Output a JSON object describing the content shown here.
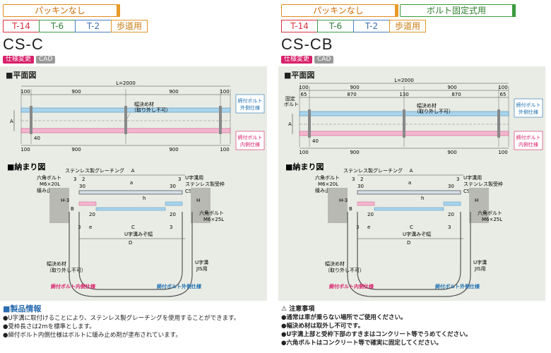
{
  "left": {
    "tags": [
      "パッキンなし"
    ],
    "loads": [
      "T-14",
      "T-6",
      "T-2",
      "歩道用"
    ],
    "model": "CS-C",
    "chips": [
      "仕様変更",
      "CAD"
    ],
    "plan_title": "■平面図",
    "plan": {
      "total": "L=2000",
      "top_dims": [
        "100",
        "900",
        "900",
        "100"
      ],
      "bottom_dims": [
        "100",
        "900",
        "900",
        "100"
      ],
      "small_dim": "40",
      "side": "A",
      "note1": "幅決め材",
      "note2": "（取り外し不可）",
      "ext_label1": "締付ボルト",
      "ext_label2": "外側仕様",
      "int_label1": "締付ボルト",
      "int_label2": "内側仕様"
    },
    "section_title": "■納まり図",
    "section": {
      "grating": "ステンレス製グレーチング",
      "receiver1": "U字溝用",
      "receiver2": "ステンレス製受枠",
      "model_label": "CS-C",
      "bolt1": "六角ボルト",
      "bolt2": "M6×20L",
      "bolt3": "緩み止め剤付",
      "bolt_r1": "六角ボルト",
      "bolt_r2": "M6×25L",
      "dim_a": "A",
      "dim_a2": "a",
      "dim_d": "D",
      "dim_c": "C",
      "dim_e": "e",
      "dim_h": "h",
      "dim_b": "B",
      "dim_h3": "H-3",
      "dim_h2": "H",
      "n3": "3",
      "n2": "2",
      "n30a": "30",
      "n30b": "30",
      "n3b": "3",
      "n20": "20",
      "n20b": "20",
      "n3c": "3",
      "n3d": "3",
      "inner_width": "U字溝みぞ幅",
      "width_mat1": "幅決め材",
      "width_mat2": "（取り外し不可）",
      "ditch1": "U字溝",
      "ditch2": "JIS用",
      "int_spec": "締付ボルト内側仕様",
      "ext_spec": "締付ボルト外側仕様"
    },
    "info_title": "■製品情報",
    "info_lines": [
      "●U字溝に取付けることにより、ステンレス製グレーチングを使用することができます。",
      "●受枠長さは2mを標準とします。",
      "●締付ボルト内側仕様はボルトに緩み止め剤が塗布されています。"
    ]
  },
  "right": {
    "tags": [
      "パッキンなし",
      "ボルト固定式用"
    ],
    "loads": [
      "T-14",
      "T-6",
      "T-2",
      "歩道用"
    ],
    "model": "CS-CB",
    "chips": [
      "仕様変更",
      "CAD"
    ],
    "plan_title": "■平面図",
    "plan": {
      "total": "L=2000",
      "top_dims": [
        "100",
        "900",
        "900",
        "100"
      ],
      "mid_dims": [
        "65",
        "870",
        "130",
        "870",
        "65"
      ],
      "bottom_dims": [
        "100",
        "900",
        "900",
        "100"
      ],
      "small_dim": "40",
      "side": "A",
      "fix1": "固定",
      "fix2": "ボルト",
      "note1": "幅決め材",
      "note2": "（取り外し不可）",
      "ext_label1": "締付ボルト",
      "ext_label2": "外側仕様",
      "int_label1": "締付ボルト",
      "int_label2": "内側仕様"
    },
    "section_title": "■納まり図",
    "section": {
      "grating": "ステンレス製グレーチング",
      "receiver1": "U字溝用",
      "receiver2": "ステンレス製受枠",
      "model_label": "CS-CB",
      "bolt1": "六角ボルト",
      "bolt2": "M6×20L",
      "bolt3": "緩み止め剤付",
      "bolt_r1": "六角ボルト",
      "bolt_r2": "M6×25L",
      "dim_a": "A",
      "dim_a2": "a",
      "dim_d": "D",
      "dim_c": "C",
      "dim_e": "e",
      "dim_h": "h",
      "dim_b": "B",
      "dim_h3": "H-3",
      "dim_h2": "H",
      "n3": "3",
      "n2": "2",
      "n30a": "30",
      "n30b": "30",
      "n3b": "3",
      "n20": "20",
      "n20b": "20",
      "n3c": "3",
      "n3d": "3",
      "inner_width": "U字溝みぞ幅",
      "width_mat1": "幅決め材",
      "width_mat2": "（取り外し不可）",
      "ditch1": "U字溝",
      "ditch2": "JIS用",
      "int_spec": "締付ボルト内側仕様",
      "ext_spec": "締付ボルト外側仕様"
    },
    "caution_title": "注意事項",
    "caution_lines": [
      "●通常は車が乗らない場所でご使用ください。",
      "●幅決め材は取外し不可です。",
      "●U字溝上部と受枠下部のすきまはコンクリート等でうめてください。",
      "●六角ボルトはコンクリート等で確実に固定してください。"
    ]
  },
  "colors": {
    "orange": "#e08a1e",
    "green": "#3b9b3b",
    "pink_label": "#d8206a",
    "blue_label": "#1e6fb3",
    "diagram_bg": "#e9ece4"
  }
}
